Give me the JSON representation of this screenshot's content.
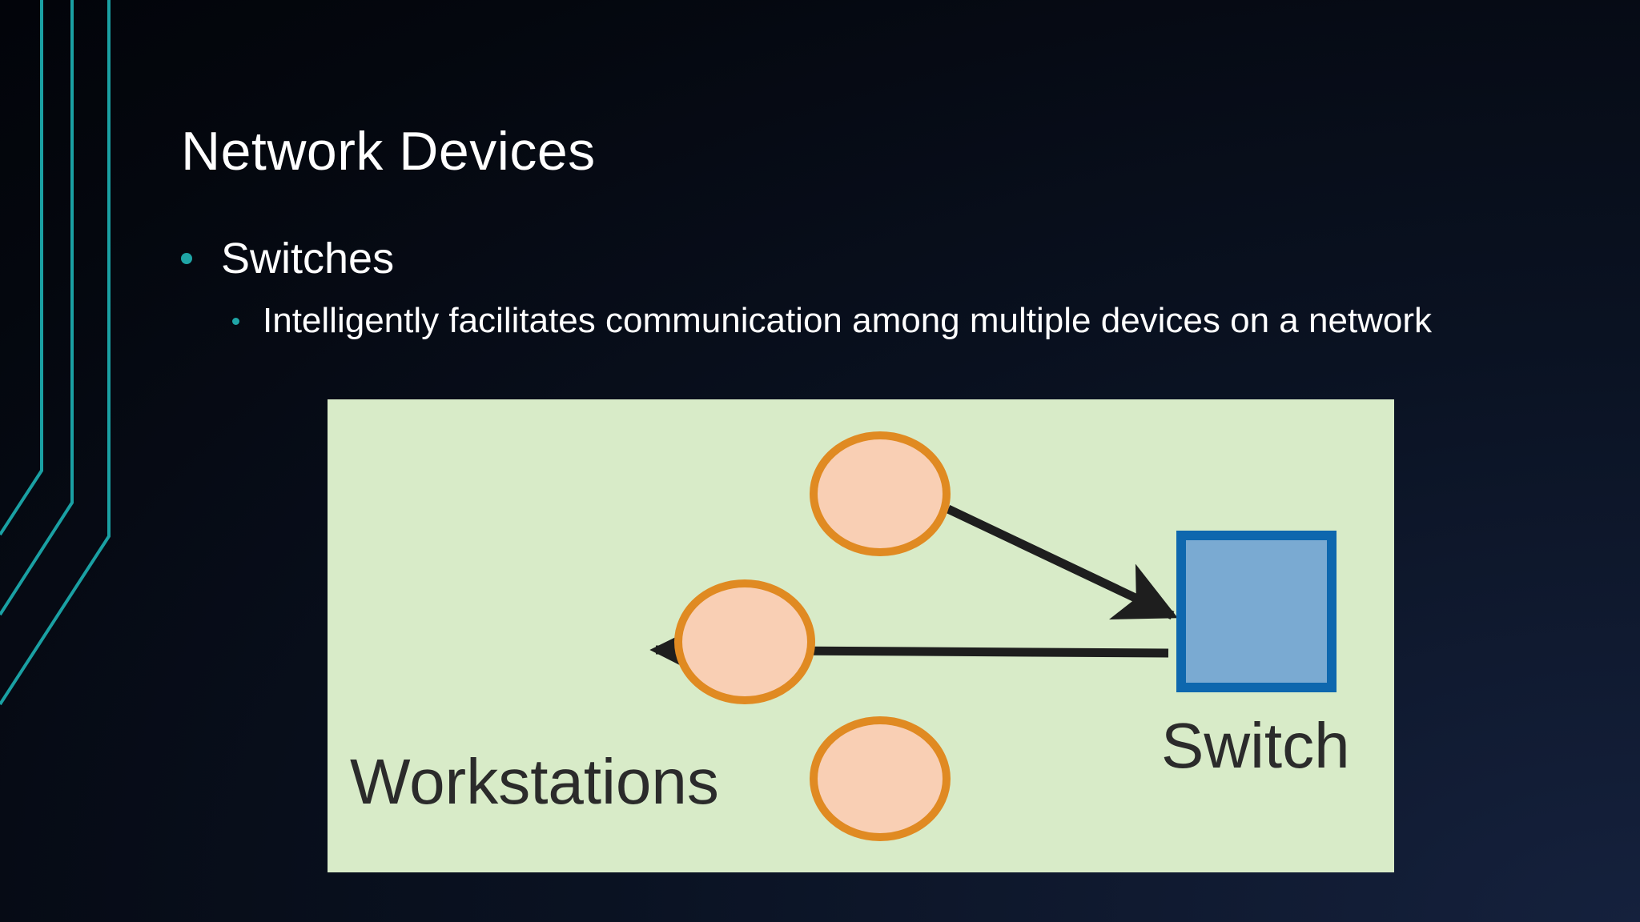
{
  "slide": {
    "title": "Network Devices",
    "bullets": [
      {
        "text": "Switches",
        "subbullets": [
          "Intelligently facilitates communication among multiple devices on a network"
        ]
      }
    ]
  },
  "diagram": {
    "workstations_label": "Workstations",
    "switch_label": "Switch",
    "nodes": [
      {
        "id": "workstation-top",
        "type": "workstation"
      },
      {
        "id": "workstation-middle",
        "type": "workstation"
      },
      {
        "id": "workstation-bottom",
        "type": "workstation"
      },
      {
        "id": "switch",
        "type": "switch"
      }
    ],
    "edges": [
      {
        "from": "workstation-top",
        "to": "switch",
        "direction": "to-switch"
      },
      {
        "from": "switch",
        "to": "workstation-middle",
        "direction": "to-workstation"
      }
    ],
    "colors": {
      "background": "#d8ebc8",
      "workstation_fill": "#f9cfb4",
      "workstation_stroke": "#e08a22",
      "switch_fill": "#7aaad2",
      "switch_stroke": "#0e67ae",
      "arrow": "#1e1e1e",
      "accent": "#1fa5a6"
    }
  }
}
